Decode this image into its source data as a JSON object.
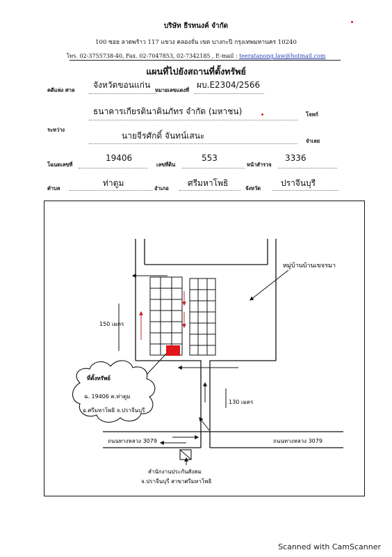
{
  "header": {
    "company": "บริษัท ธีรทนงค์ จำกัด",
    "address": "100 ซอย ลาดพร้าว 117 แขวง คลองจั่น เขต บางกะปิ กรุงเทพมหานคร 10240",
    "contact_prefix": "โทร. 02-3755738-40, Fax. 02-7047853, 02-7342185 , E-mail : ",
    "email": "teeratanong.law@hotmail.com"
  },
  "title": "แผนที่ไปยังสถานที่ตั้งทรัพย์",
  "form": {
    "court_label": "คดีแพ่ง ศาล",
    "court_value": "จังหวัดขอนแก่น",
    "case_label": "หมายเลขแดงที่",
    "case_value": "ผบ.E2304/2566",
    "plaintiff_value": "ธนาคารเกียรตินาคินภัทร จำกัด (มหาชน)",
    "plaintiff_label": "โจทก์",
    "between_label": "ระหว่าง",
    "defendant_value": "นายจีรศักดิ์ จันทน์เสนะ",
    "defendant_label": "จำเลย",
    "deed_label": "โฉนดเลขที่",
    "deed_value": "19406",
    "land_label": "เลขที่ดิน",
    "land_value": "553",
    "survey_label": "หน้าสำรวจ",
    "survey_value": "3336",
    "subdistrict_label": "ตำบล",
    "subdistrict_value": "ท่าตูม",
    "district_label": "อำเภอ",
    "district_value": "ศรีมหาโพธิ",
    "province_label": "จังหวัด",
    "province_value": "ปราจีนบุรี"
  },
  "map": {
    "village_label": "หมู่บ้านบ้านเขจรมา",
    "distance_left": "150 เมตร",
    "distance_right": "130 เมตร",
    "property_callout_title": "ที่ตั้งทรัพย์",
    "property_callout_line1": "ฉ. 19406 ต.ท่าตูม",
    "property_callout_line2": "อ.ศรีมหาโพธิ จ.ปราจีนบุรี",
    "road_left": "ถนนทางหลวง 3079",
    "road_right": "ถนนทางหลวง 3079",
    "office_label_line1": "สำนักงานประกันสังคม",
    "office_label_line2": "จ.ปราจีนบุรี สาขาศรีมหาโพธิ",
    "colors": {
      "property_marker": "#e0141b",
      "ink": "#111111"
    }
  },
  "footer": {
    "scanner": "Scanned with CamScanner"
  }
}
